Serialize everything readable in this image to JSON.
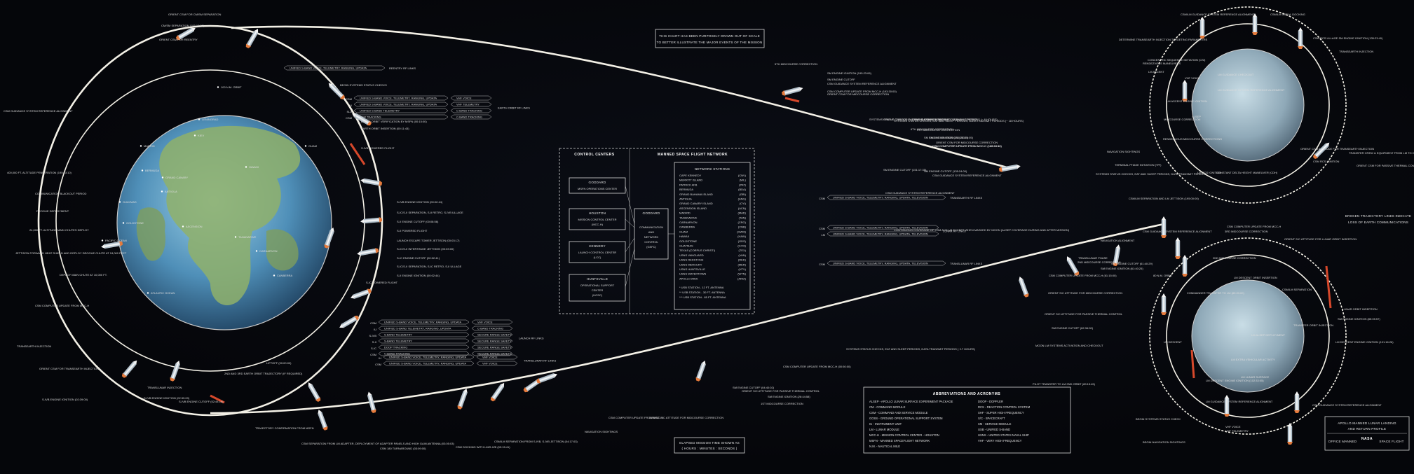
{
  "notice": {
    "line1": "THIS CHART HAS BEEN PURPOSELY DRAWN OUT OF SCALE",
    "line2": "TO BETTER ILLUSTRATE THE MAJOR EVENTS OF THE MISSION"
  },
  "broken_lines_note": {
    "line1": "BROKEN TRAJECTORY LINES INDICATE",
    "line2": "LOSS OF EARTH COMMUNICATIONS"
  },
  "elapsed_note": {
    "line1": "ELAPSED MISSION TIME SHOWN AS",
    "line2": "( HOURS : MINUTES : SECONDS )"
  },
  "title_block": {
    "line1": "APOLLO MANNED LUNAR LANDING",
    "line2": "AND RETURN PROFILE",
    "office": "OFFICE MANNED",
    "agency": "NASA",
    "program": "SPACE FLIGHT"
  },
  "control_centers": {
    "heading": "CONTROL CENTERS",
    "goddard": "GODDARD",
    "msfn_ops": "MSFN OPERATIONS CENTER",
    "houston": "HOUSTON",
    "mcc_line1": "MISSION CONTROL CENTER",
    "mcc_line2": "(MCC-H)",
    "kennedy": "KENNEDY",
    "lcc_line1": "LAUNCH CONTROL CENTER",
    "lcc_line2": "(LCC)",
    "huntsville": "HUNTSVILLE",
    "hosc_line1": "OPERATIONAL SUPPORT",
    "hosc_line2": "CENTER",
    "hosc_line3": "(HOSC)",
    "goddard2": "GODDARD",
    "comm_line1": "COMMUNICATION",
    "comm_line2": "AND",
    "comm_line3": "NETWORK",
    "comm_line4": "CONTROL",
    "comm_line5": "(GSFC)"
  },
  "msfn": {
    "heading": "MANNED SPACE FLIGHT NETWORK",
    "stations_heading": "NETWORK STATIONS",
    "stations": [
      "CAPE KENNEDY",
      "MERRITT ISLAND",
      "PATRICK AFB",
      "BERMUDA",
      "GRAND BAHAMA ISLAND",
      "ANTIGUA",
      "GRAND CANARY ISLAND",
      "ASCENSION ISLAND",
      "MADRID",
      "TANANARIVE",
      "CARNARVON",
      "CANBERRA",
      "GUAM",
      "HAWAII",
      "GOLDSTONE",
      "GUAYMAS",
      "TEXAS (CORPUS CHRISTI)",
      "USNS VANGUARD",
      "USNS REDSTONE",
      "USNS MERCURY",
      "USNS HUNTSVILLE",
      "USNS WATERTOWN",
      "APOLLO ARIA"
    ],
    "codes": [
      "(CNV)",
      "(MIL)",
      "(PAT)",
      "(BDA)",
      "(GBI)",
      "(ANG)",
      "(CYI)",
      "(ACN)",
      "(MAD)",
      "(TAN)",
      "(CRO)",
      "(CNB)",
      "(GWM)",
      "(HAW)",
      "(GDS)",
      "(GYM)",
      "(TEX)",
      "(VAN)",
      "(RED)",
      "(MER)",
      "(HTV)",
      "(WTN)",
      "(ARIA)"
    ],
    "antenna1": "* USB STATION - 12 FT. ANTENNA",
    "antenna2": "** USB STATION - 30 FT. ANTENNA",
    "antenna3": "*** USB STATION - 85 FT. ANTENNA"
  },
  "abbreviations": {
    "heading": "ABBREVIATIONS AND ACRONYMS",
    "left": [
      "ALSEP - APOLLO LUNAR SURFACE EXPERIMENT PACKAGE",
      "CM - COMMAND MODULE",
      "CSM - COMMAND AND SERVICE MODULE",
      "GOSS - GROUND OPERATIONAL SUPPORT SYSTEM",
      "IU - INSTRUMENT UNIT",
      "LM - LUNAR MODULE",
      "MCC-H - MISSION CONTROL CENTER - HOUSTON",
      "MSFN - MANNED SPACEFLIGHT NETWORK",
      "N.M. - NAUTICAL MILE"
    ],
    "right": [
      "DOOP - DOPPLER",
      "RCS - REACTION CONTROL SYSTEM",
      "SHF - SUPER HIGH FREQUENCY",
      "S/C - SPACECRAFT",
      "SM - SERVICE MODULE",
      "USB - UNIFIED S-BAND",
      "USNS - UNITED STATES NAVAL SHIP",
      "VHF - VERY HIGH FREQUENCY"
    ]
  },
  "earth_labels": {
    "leningrad": "LENINGRAD",
    "kiev": "KIEV",
    "madrid": "MADRID",
    "bermuda": "BERMUDA",
    "grand_canary": "GRAND CANARY",
    "antigua": "ANTIGUA",
    "ascension": "ASCENSION",
    "guaymas": "GUAYMAS",
    "goldstone": "GOLDSTONE",
    "hawaii": "HAWAII",
    "carnarvon": "CARNARVON",
    "canberra": "CANBERRA",
    "guam": "GUAM",
    "tananarive": "TANANARIVE",
    "pacific": "PACIFIC OCEAN",
    "atlantic": "ATLANTIC OCEAN",
    "orbit_note": "100 N.M. ORBIT"
  },
  "earth_events": [
    "S-IVB ENGINE IGNITION (00:02:44)",
    "S-IC/S-II SEPARATION, S-II RETRO, S-IVB ULLAGE",
    "S-II ENGINE CUTOFF (00:08:56)",
    "S-II POWERED FLIGHT",
    "LAUNCH ESCAPE TOWER JETTISON (00:03:17)",
    "S-IC/S-II INTERSTAGE JETTISON (00:03:00)",
    "S-IC ENGINE CUTOFF (00:02:41)",
    "S-IC/S-II SEPARATION, S-IC RETRO, S-II ULLAGE",
    "S-II ENGINE IGNITION (00:02:44)",
    "LIFTOFF (00:00:00)",
    "S-IC POWERED FLIGHT",
    "S-IVB POWERED FLIGHT",
    "EARTH ORBIT INSERTION (00:11:43)",
    "EARTH ORBIT VERIFICATION BY MSFN (00:15:00)",
    "BEGIN SYSTEMS STATUS CHECKS",
    "2ND AND 3RD EARTH ORBIT TRAJECTORY (IF REQUIRED)",
    "S-IVB ENGINE IGNITION (02:39:00)",
    "TRANSLUNAR INJECTION",
    "S-IVB ENGINE CUTOFF (02:44:16)",
    "TRAJECTORY CONFIRMATION FROM MSFN",
    "CSM SEPARATION FROM LM ADAPTER, DEPLOYMENT OF ADAPTER PANELS AND HIGH GAIN ANTENNA (03:05:03)",
    "CSM 180 TURNAROUND (03:09:00)",
    "CSM DOCKING WITH LM/S-IVB (03:15:41)",
    "CSM/LM SEPARATION FROM S-IVB, S-IVB JETTISON (04:17:03)",
    "NAVIGATION SIGHTINGS",
    "CSM COMPUTER UPDATE FROM MCC-H",
    "ORIENT S/C ATTITUDE FOR MIDCOURSE CORRECTION",
    "SM ENGINE CUTOFF (04:40:02)",
    "SM ENGINE IGNITION (26:44:58)",
    "1ST MIDCOURSE CORRECTION",
    "ORIENT S/C ATTITUDE FOR PASSIVE THERMAL CONTROL",
    "SYSTEMS STATUS CHECKS, EAT AND SLEEP PERIODS, DATA TRANSMIT PERIODS (~17 HOURS)",
    "CSM COMPUTER UPDATE FROM MCC-H (00:50:00)"
  ],
  "left_events": [
    "ORIENT CSM FOR CM/SM SEPARATION",
    "CM/SM SEPARATION (195:18:35)",
    "ORIENT CSM FOR REENTRY",
    "CSM GUIDANCE SYSTEM REFERENCE ALIGNMENT",
    "400,000 FT. ALTITUDE PENETRATION (195:03:10)",
    "COMMUNICATION BLACKOUT PERIOD",
    "DROGUE DEPLOYMENT",
    "24,000 FT. ALTITUDE MAIN CHUTES DEPLOY",
    "JETTISON FORWARD HEAT SHIELD AND DEPLOY DROGUE CHUTE AT 24,000 FEET",
    "DEPLOY MAIN CHUTE AT 10,000 FT.",
    "CSM COMPUTER UPDATE FROM MCC-H",
    "TRANSEARTH INJECTION",
    "ORIENT CSM FOR TRANSEARTH INJECTION",
    "S-IVB ENGINE IGNITION (02:39:00)"
  ],
  "return_events": [
    "5TH MIDCOURSE CORRECTION",
    "SM ENGINE IGNITION (195:23:06)",
    "SM ENGINE CUTOFF",
    "CSM GUIDANCE SYSTEM REFERENCE ALIGNMENT",
    "ORIENT CSM FOR MIDCOURSE CORRECTION",
    "CSM COMPUTER UPDATE FROM MCC-H (193:30:00)",
    "SYSTEMS STATUS CHECKS, EAT AND SLEEP PERIODS, DATA TRANSMIT PERIODS (~ 6 HOURS)",
    "ORIENT CSM FOR PASSIVE THERMAL CONTROL",
    "6TH MIDCOURSE CORRECTION",
    "SM ENGINE IGNITION (150:10:05)",
    "ORIENT CSM FOR MIDCOURSE CORRECTION",
    "CSM COMPUTER UPDATE FROM MCC-H (148:19:10)",
    "SM ENGINE CUTOFF (151:17:35)",
    "CSM GUIDANCE SYSTEM REFERENCE ALIGNMENT",
    "SYSTEMS STATUS CHECKS, EAT AND SLEEP PERIODS, DATA TRANSMIT PERIODS (~ 18 HOURS)",
    "ORIENT CSM FOR PASSIVE THERMAL CONTROL",
    "4TH MIDCOURSE CORRECTION",
    "SM ENGINE IGNITION (135:23:28)",
    "CSM COMPUTER UPDATE FROM MCC-H (135:04:54)",
    "SM ENGINE CUTOFF (135:24:00)",
    "CSM GUIDANCE SYSTEM REFERENCE ALIGNMENT"
  ],
  "moon_top_events": [
    "CSM/LM GUIDANCE SYSTEM REFERENCE ALIGNMENT",
    "CSM/LM INITIAL DOCKING",
    "CSM RCS ULLAGE SM ENGINE IGNITION (135:23:40)",
    "TRANSEARTH INJECTION",
    "DETERMINE TRANSEARTH INJECTION TARGETING PARAMETERS",
    "CONCENTRIC SEQUENCE INITIATION (CSI)",
    "RENDEZVOUS MANEUVERS",
    "LM ASCENT",
    "LM GUIDANCE CHECKOUT",
    "LM GUIDANCE SYSTEM REFERENCE ALIGNMENT",
    "VHF VOICE",
    "LM ASCENT ENGINE IGNITION",
    "ALSEP",
    "MIDCOURSE CORRECTION",
    "RENDEZVOUS MIDCOURSE CORRECTIONS",
    "NAVIGATION SIGHTINGS",
    "TERMINAL PHASE INITIATION (TPI)",
    "LM RCS IGNITION",
    "CONSTANT DELTA HEIGHT MANEUVER (CDH)",
    "CSM RCS IGNITION",
    "ORIENT CSM ATTITUDE FOR TRANSEARTH INJECTION",
    "TRANSFER CREW & EQUIPMENT FROM LM TO CSM",
    "ORIENT CSM FOR PASSIVE THERMAL CONTROL",
    "SYSTEMS STATUS CHECKS, EAT AND SLEEP PERIODS, DATA TRANSMIT PERIODS",
    "CSM/LM SEPARATION AND LM JETTISON (195:00:00)"
  ],
  "moon_bottom_events": [
    "CSM GUIDANCE SYSTEM REFERENCE ALIGNMENT",
    "3RD MIDCOURSE CORRECTION",
    "CSM COMPUTER UPDATE FROM MCC-H",
    "ORIENT S/C ATTITUDE FOR LUNAR ORBIT INSERTION",
    "2ND MIDCOURSE CORRECTION",
    "SM ENGINE CUTOFF (61:40:29)",
    "SM ENGINE IGNITION (61:40:25)",
    "NAVIGATION ALIGNMENT",
    "CSM COMPUTER UPDATE FROM MCC-H (61:15:00)",
    "ORIENT S/C ATTITUDE FOR MIDCOURSE CORRECTION",
    "ORIENT S/C ATTITUDE FOR PASSIVE THERMAL CONTROL",
    "SM ENGINE CUTOFF (62:34:00)",
    "80 N.M. ORBIT",
    "COMMANDER TRANSFER TO LM (89:20:00)",
    "LM DESCENT ORBIT INSERTION",
    "CSM/LM SEPARATION",
    "LUNAR ORBIT INSERTION",
    "SM ENGINE IGNITION (85:05:57)",
    "TRANSFER ORBIT INJECTION",
    "LM DESCENT ENGINE IGNITION (101:16:26)",
    "LM DESCENT",
    "LM EXTRA VEHICULAR ACTIVITY",
    "LM LUNAR SURFACE",
    "LM ALSEP DEPLOYMENT",
    "PILOT TRANSFER TO LM 2ND ORBIT (89:15:45)",
    "LM DESCENT ENGINE IGNITION (102:33:05)",
    "MOON LM SYSTEMS ACTIVATION AND CHECKOUT",
    "LM GUIDANCE SYSTEM REFERENCE ALIGNMENT",
    "VHF VOICE",
    "VHF TELEMETRY",
    "CSM GUIDANCE SYSTEM REFERENCE ALIGNMENT",
    "BEGIN SYSTEMS STATUS CHECK",
    "BEGIN NAVIGATION SIGHTINGS",
    "2ND MIDCOURSE CORRECTION",
    "TRANSLUNAR PHASE",
    "CONTINUOUS COVERAGE OF CSM AND LM EXCEPT WHEN MASKED BY MOON (ALSEP COVERAGE DURING AND AFTER MISSION)"
  ],
  "comm_links": {
    "earth_orbit": {
      "rows": [
        "UNIFIED S-BAND VOICE, TELEMETRY, RANGING, UPDATA",
        "UNIFIED S-BAND VOICE, TELEMETRY, RANGING, UPDATA",
        "UNIFIED S-BAND TELEMETRY",
        "CSM TRACKING"
      ],
      "side": [
        "VHF VOICE",
        "VHF TELEMETRY",
        "C-BAND TRACKING",
        "C-BAND TRACKING"
      ],
      "label": "EARTH ORBIT RF LINKS",
      "prefix": [
        "CSM",
        "IU",
        "SLA",
        "CSM"
      ]
    },
    "launch": {
      "rows": [
        "UNIFIED S-BAND VOICE, TELEMETRY, RANGING, UPDATA",
        "UNIFIED S-BAND TELEMETRY, RANGING, UPDATA",
        "S-BAND TELEMETRY",
        "S-BAND TELEMETRY",
        "DOOP TRACKING",
        "C-BAND TRACKING"
      ],
      "side": [
        "VHF VOICE",
        "C-BAND TRACKING",
        "SECURE RANGE SAFETY",
        "SECURE RANGE SAFETY",
        "SECURE RANGE SAFETY",
        "SECURE RANGE SAFETY"
      ],
      "label": "LAUNCH RF LINKS",
      "prefix": [
        "CSM",
        "IU",
        "S-IVB",
        "S-II",
        "S-IC",
        "CSM"
      ]
    },
    "translunar": {
      "rows": [
        "UNIFIED S-BAND VOICE, TELEMETRY, RANGING, UPDATA",
        "UNIFIED S-BAND VOICE, TELEMETRY, RANGING, UPDATA"
      ],
      "side": [
        "VHF VOICE",
        "VHF VOICE"
      ],
      "label": "TRANSLUNAR RF LINKS",
      "prefix": [
        "IU",
        "CSM"
      ]
    },
    "transearth": {
      "row": "UNIFIED S-BAND VOICE, TELEMETRY, RANGING, UPDATA, TELEVISION",
      "label": "TRANSEARTH RF LINKS",
      "prefix": "CSM"
    },
    "lunar": {
      "rows": [
        "UNIFIED S-BAND VOICE, TELEMETRY, RANGING, UPDATA, TELEVISION",
        "UNIFIED S-BAND VOICE, TELEMETRY, RANGING, UPDATA, TELEVISION"
      ],
      "label": "LUNAR RF LINKS",
      "prefix": [
        "CSM",
        "LM"
      ]
    },
    "translunar2": {
      "row": "UNIFIED S-BAND VOICE, TELEMETRY, RANGING, UPDATA, TELEVISION",
      "label": "TRANSLUNAR RF LINKS",
      "prefix": "CSM"
    },
    "reentry": {
      "row": "UNIFIED S-BAND VOICE, TELEMETRY, RANGING, UPDATA",
      "label": "REENTRY RF LINKS"
    }
  },
  "colors": {
    "background": "#05060a",
    "trajectory": "#f3f0e6",
    "earth_ocean": "#3f7fae",
    "earth_land": "#8fb06a",
    "moon": "#aeb7bd",
    "burn": "#d6482b"
  }
}
